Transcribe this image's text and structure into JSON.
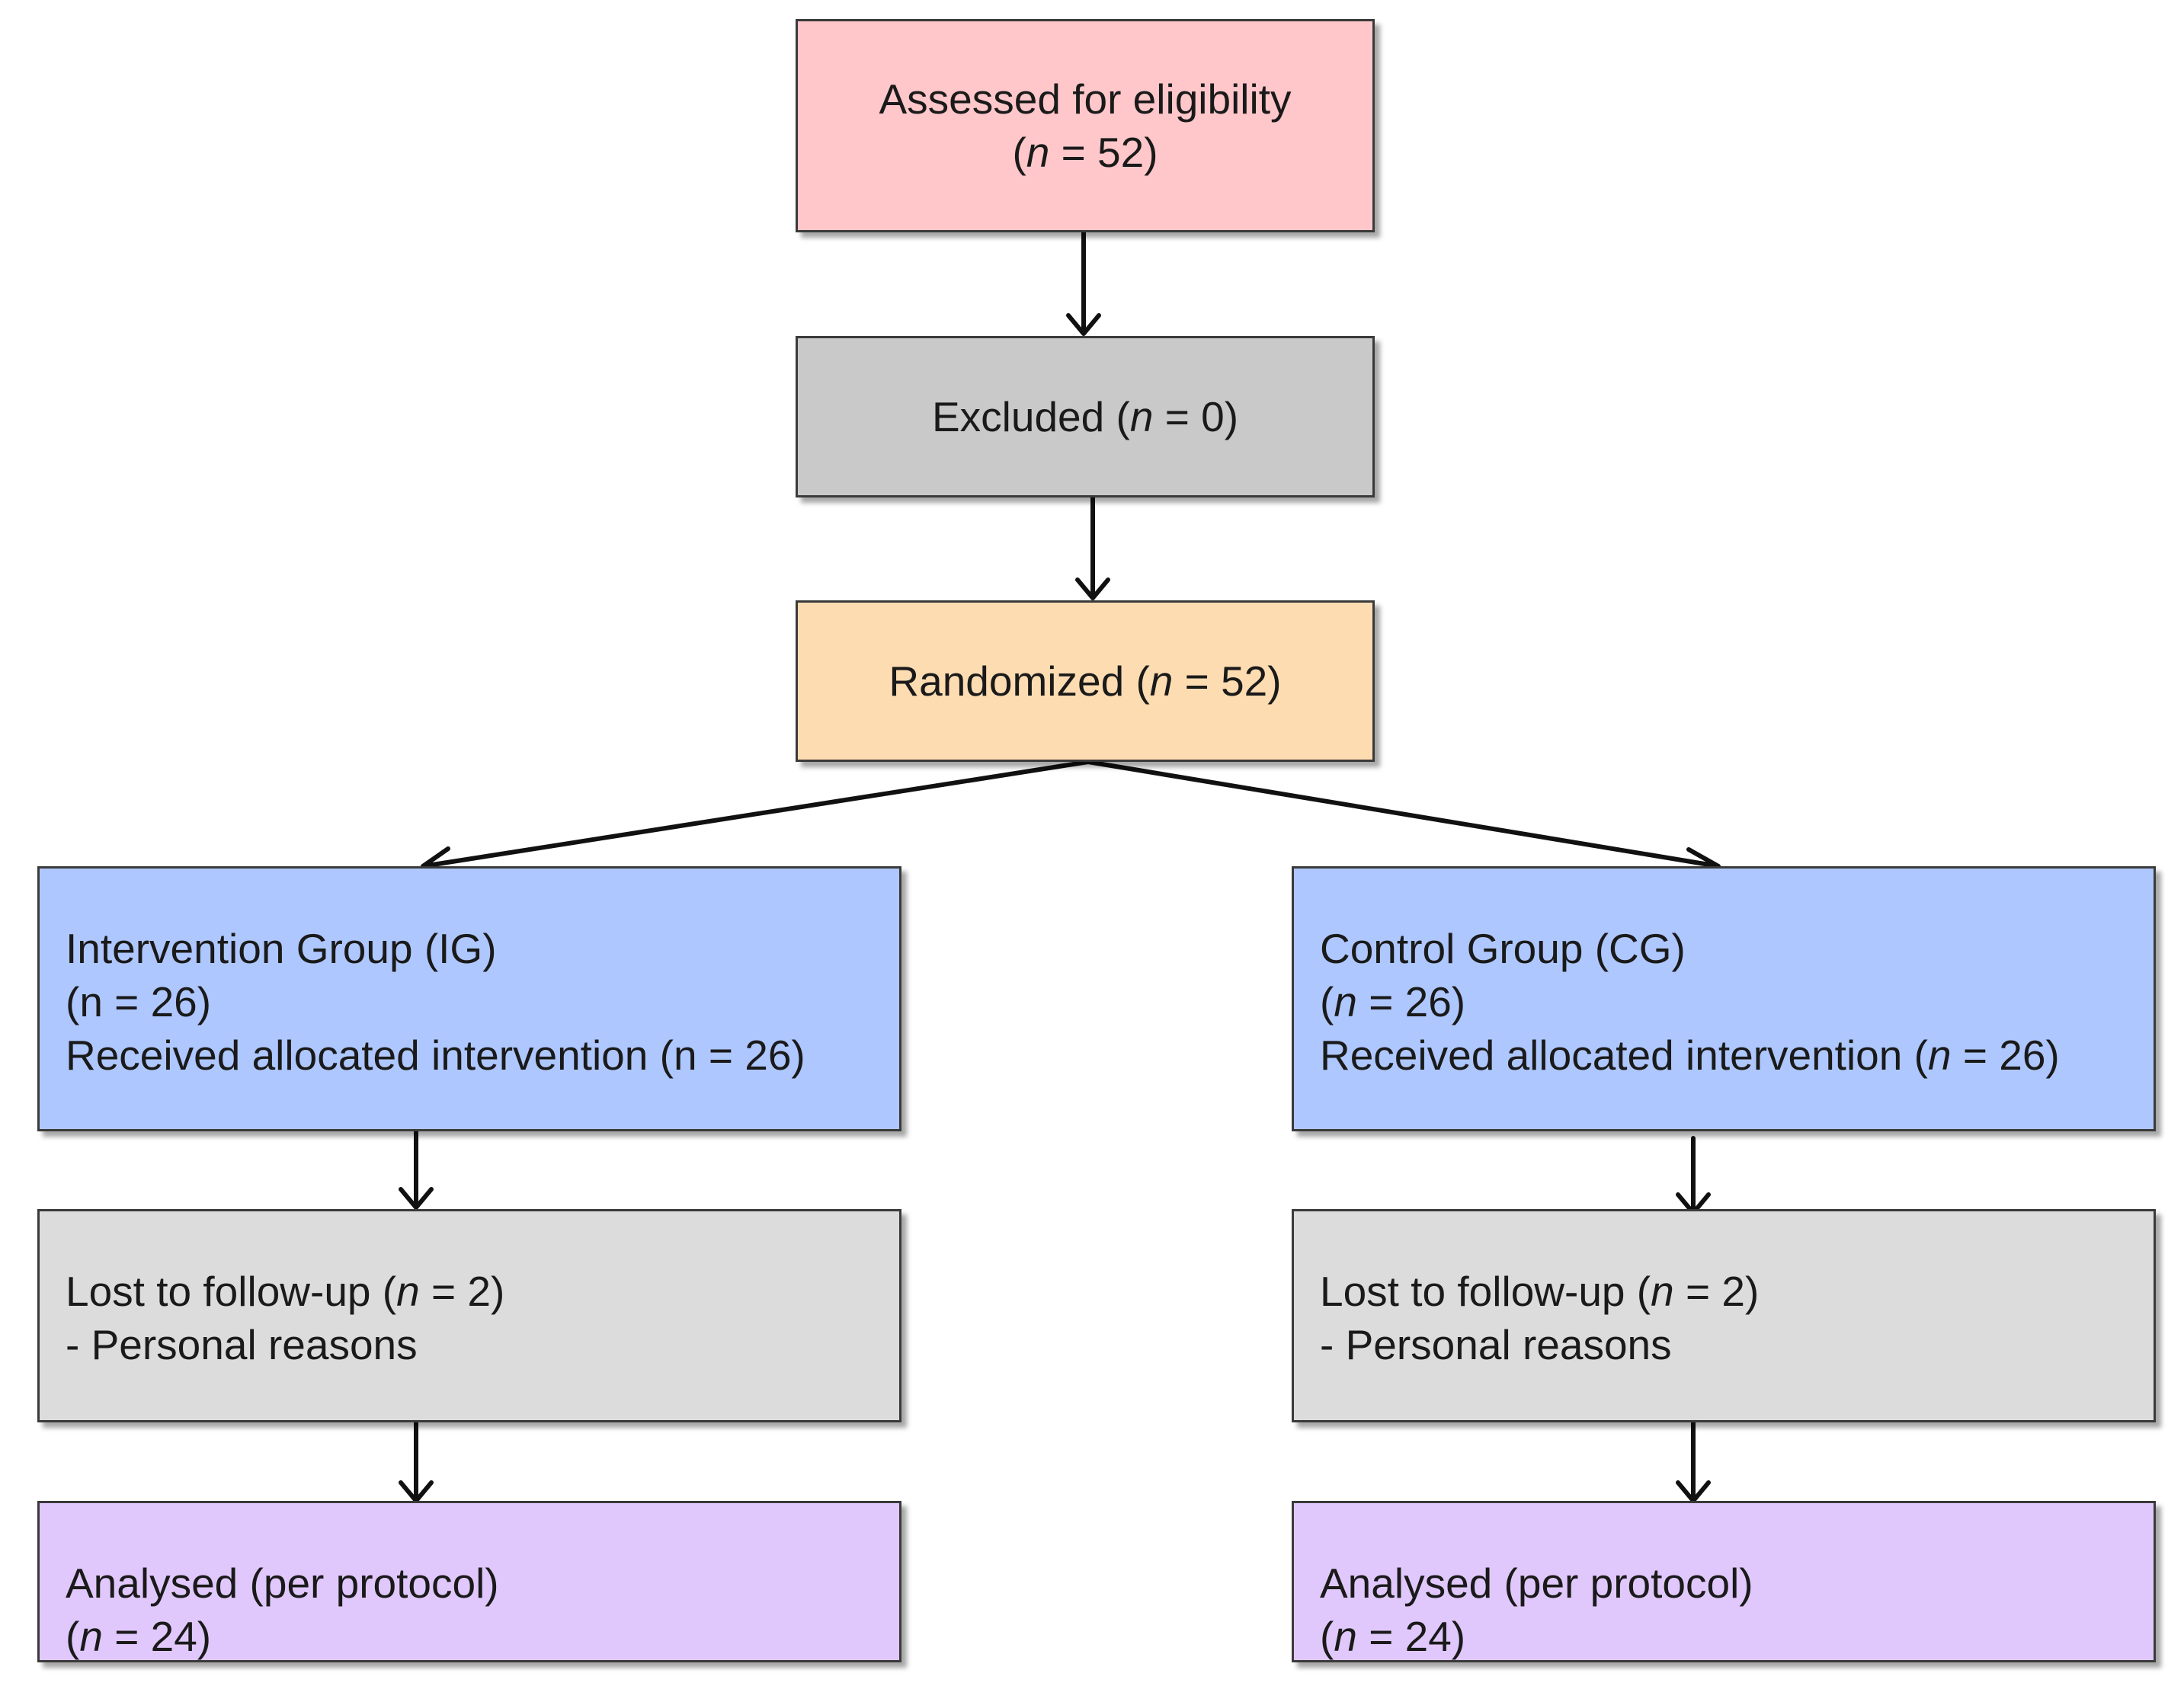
{
  "colors": {
    "assessed": "#ffc7ca",
    "excluded": "#c9c9c9",
    "randomized": "#fedcb2",
    "group": "#aec7fe",
    "lost": "#dcdcdc",
    "analysed": "#e1c8fc",
    "border": "#3a3a3a",
    "arrow": "#111111"
  },
  "assessed": {
    "line1": "Assessed for eligibility",
    "n_open": "(",
    "n": "n",
    "n_rest": " = 52)"
  },
  "excluded": {
    "prefix": "Excluded (",
    "n": "n",
    "n_rest": " = 0)"
  },
  "randomized": {
    "prefix": "Randomized (",
    "n": "n",
    "n_rest": " = 52)"
  },
  "intervention": {
    "title": "Intervention Group (IG)",
    "count": "(n = 26)",
    "received": "Received allocated intervention (n = 26)"
  },
  "control": {
    "title": "Control Group (CG)",
    "count_open": "(",
    "count_n": "n",
    "count_rest": " = 26)",
    "received_prefix": "Received allocated intervention (",
    "received_n": "n",
    "received_rest": " = 26)"
  },
  "lost_ig": {
    "prefix": "Lost to follow-up (",
    "n": "n",
    "n_rest": " = 2)",
    "reason": "- Personal reasons"
  },
  "lost_cg": {
    "prefix": "Lost to follow-up (",
    "n": "n",
    "n_rest": " = 2)",
    "reason": "- Personal reasons"
  },
  "analysed_ig": {
    "title": "Analysed (per protocol)",
    "n_open": "(",
    "n": "n",
    "n_rest": " = 24)"
  },
  "analysed_cg": {
    "title": "Analysed (per protocol)",
    "n_open": "(",
    "n": "n",
    "n_rest": " = 24)"
  }
}
